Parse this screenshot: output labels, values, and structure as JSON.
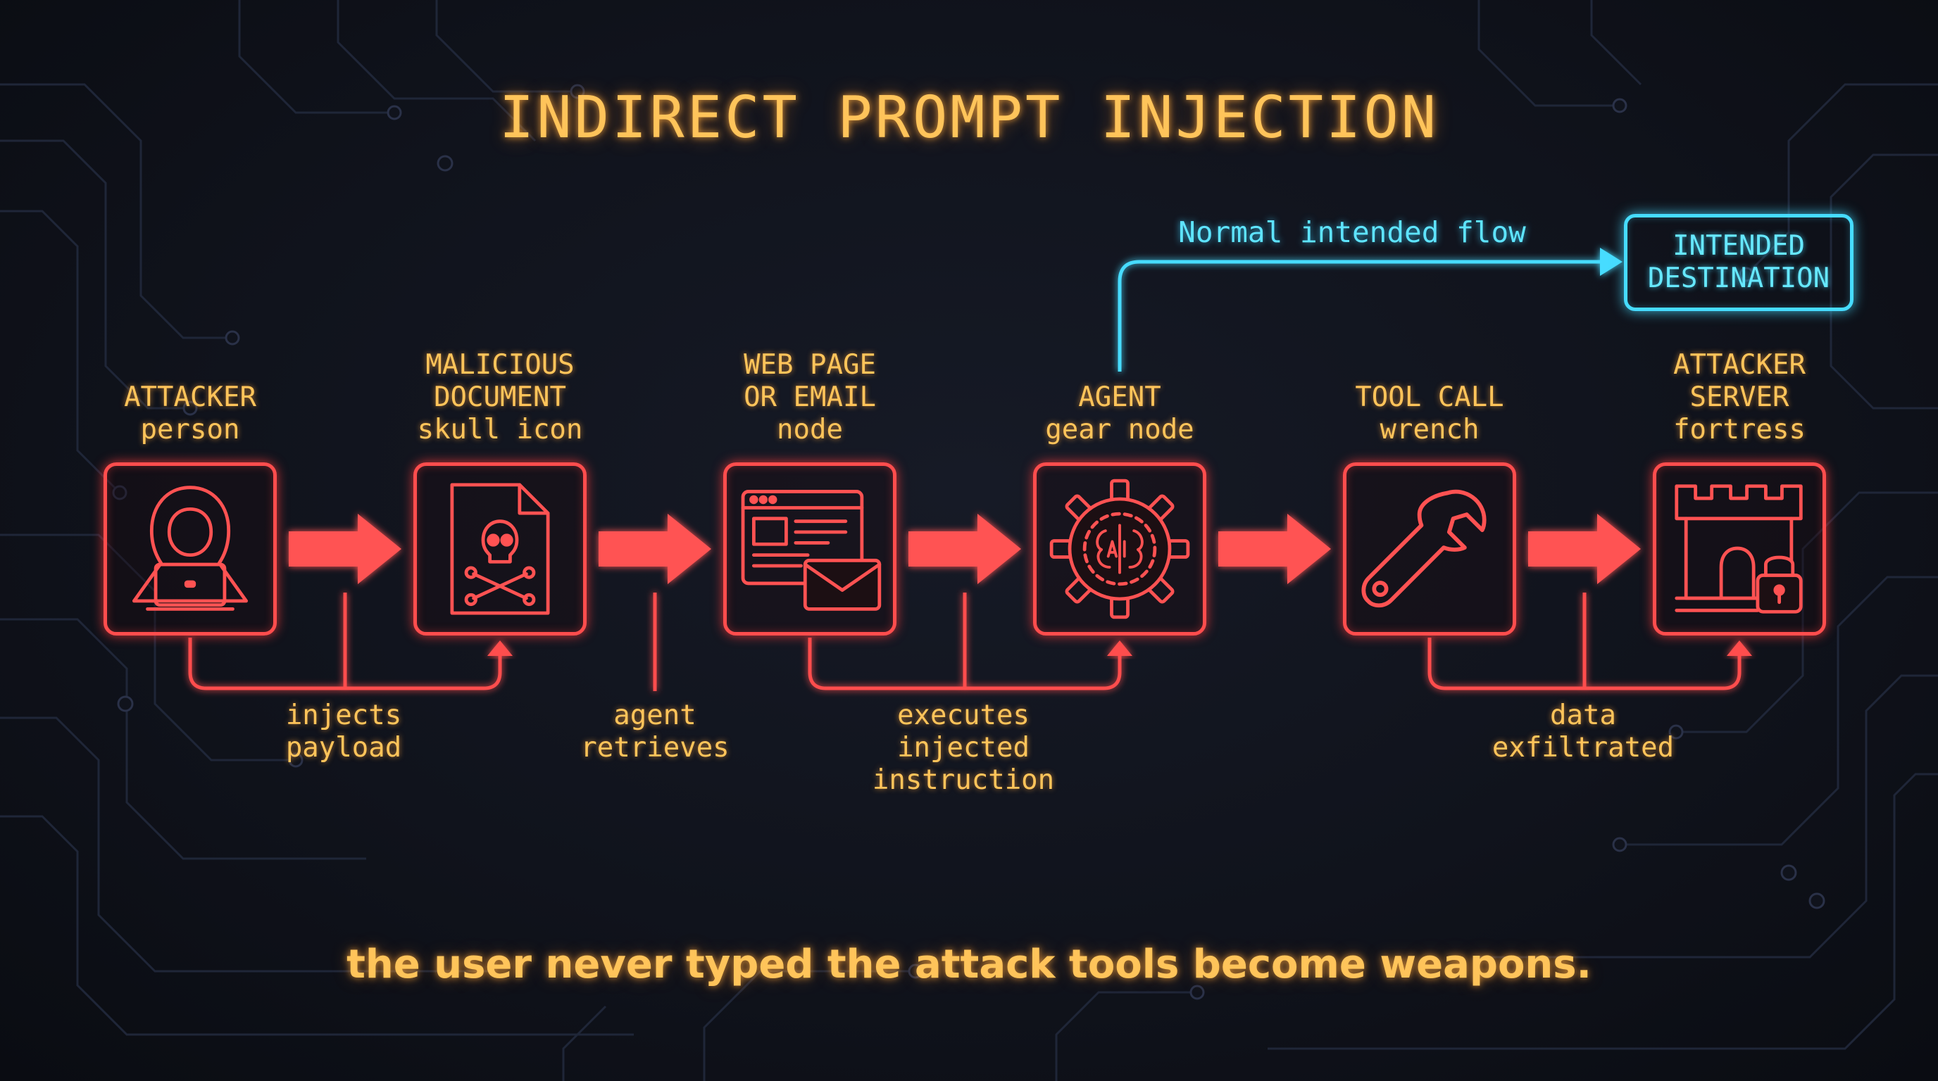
{
  "title": "INDIRECT PROMPT INJECTION",
  "caption": "the user never typed the attack tools become weapons.",
  "colors": {
    "attack_red": "#ff4d4d",
    "label_amber": "#ffc45a",
    "intended_cyan": "#46dcff",
    "background": "#10131c"
  },
  "nodes": [
    {
      "title_lines": [
        "ATTACKER"
      ],
      "subtitle": "person",
      "icon": "hooded-hacker-icon"
    },
    {
      "title_lines": [
        "MALICIOUS",
        "DOCUMENT"
      ],
      "subtitle": "skull icon",
      "icon": "skull-document-icon"
    },
    {
      "title_lines": [
        "WEB PAGE",
        "OR EMAIL"
      ],
      "subtitle": "node",
      "icon": "browser-email-icon"
    },
    {
      "title_lines": [
        "AGENT"
      ],
      "subtitle": "gear node",
      "icon": "ai-gear-icon"
    },
    {
      "title_lines": [
        "TOOL CALL"
      ],
      "subtitle": "wrench",
      "icon": "wrench-icon"
    },
    {
      "title_lines": [
        "ATTACKER",
        "SERVER"
      ],
      "subtitle": "fortress",
      "icon": "fortress-lock-icon"
    }
  ],
  "edge_labels": [
    {
      "lines": [
        "injects",
        "payload"
      ]
    },
    {
      "lines": [
        "agent",
        "retrieves"
      ]
    },
    {
      "lines": [
        "executes",
        "injected",
        "instruction"
      ]
    },
    {
      "lines": [
        "data",
        "exfiltrated"
      ]
    }
  ],
  "intended_flow": {
    "label": "Normal intended flow",
    "destination_lines": [
      "INTENDED",
      "DESTINATION"
    ]
  }
}
